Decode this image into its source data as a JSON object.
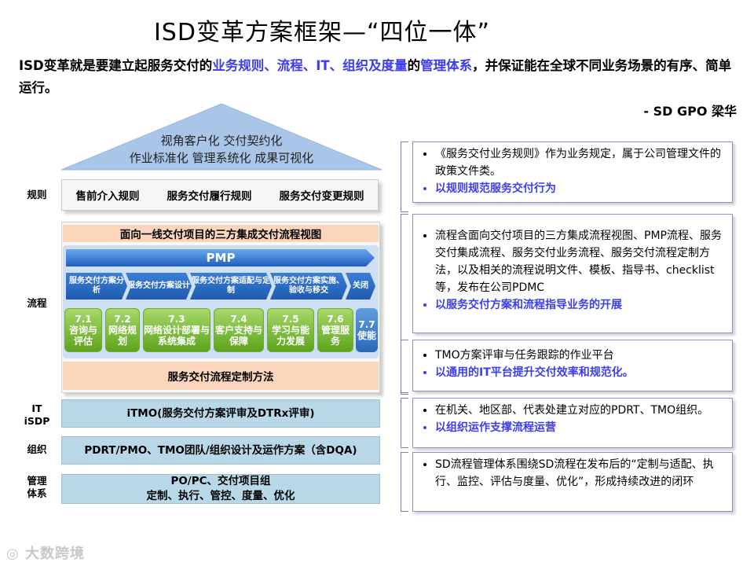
{
  "title": "ISD变革方案框架—“四位一体”",
  "intro": {
    "part1": "ISD变革就是要建立起服务交付的",
    "highlight1": "业务规则、流程、IT、组织及度量",
    "part2": "的",
    "highlight2": "管理体系",
    "part3": "，并保证能在全球不同业务场景的有序、简单运行。"
  },
  "author": "-   SD  GPO  梁华",
  "roof": {
    "line1": "视角客户化  交付契约化",
    "line2": "作业标准化   管理系统化  成果可视化"
  },
  "row_labels": {
    "rules": "规则",
    "process": "流程",
    "it_line1": "IT",
    "it_line2": "iSDP",
    "org": "组织",
    "mgmt_line1": "管理",
    "mgmt_line2": "体系"
  },
  "rules": [
    "售前介入规则",
    "服务交付履行规则",
    "服务交付变更规则"
  ],
  "process": {
    "top_bar": "面向一线交付项目的三方集成交付流程视图",
    "pmp": "PMP",
    "phases": [
      "服务交付方案分析",
      "服务交付方案设计",
      "服务交付方案适配与定制",
      "服务交付方案实施、验收与移交",
      "关闭"
    ],
    "green_boxes": [
      {
        "num": "7.1",
        "label": "咨询与评估"
      },
      {
        "num": "7.2",
        "label": "网络规划"
      },
      {
        "num": "7.3",
        "label": "网络设计部署与系统集成"
      },
      {
        "num": "7.4",
        "label": "客户支持与保障"
      },
      {
        "num": "7.5",
        "label": "学习与能力发展"
      },
      {
        "num": "7.6",
        "label": "管理服务"
      }
    ],
    "enable_box": {
      "num": "7.7",
      "label": "使能"
    },
    "bottom_bar": "服务交付流程定制方法"
  },
  "it_band": "iTMO(服务交付方案评审及DTRx评审)",
  "org_band": "PDRT/PMO、TMO团队/组织设计及运作方案（含DQA)",
  "mgmt_band": {
    "line1": "PO/PC、交付项目组",
    "line2": "定制、执行、管控、度量、优化"
  },
  "notes": {
    "rules": [
      "《服务交付业务规则》作为业务规定，属于公司管理文件的政策文件类。",
      "以规则规范服务交付行为"
    ],
    "process": [
      "流程含面向交付项目的三方集成流程视图、PMP流程、服务交付集成流程、服务交付业务流程、服务交付流程定制方法，以及相关的流程说明文件、模板、指导书、checklist等，发布在公司PDMC",
      "以服务交付方案和流程指导业务的开展"
    ],
    "it": [
      "TMO方案评审与任务跟踪的作业平台",
      "以通用的IT平台提升交付效率和规范化。"
    ],
    "org": [
      "在机关、地区部、代表处建立对应的PDRT、TMO组织。",
      "以组织运作支撑流程运营"
    ],
    "mgmt": [
      "SD流程管理体系围绕SD流程在发布后的“定制与适配、执行、监控、评估与度量、优化”，形成持续改进的闭环"
    ]
  },
  "watermark": "大数跨境",
  "colors": {
    "highlight": "#3d3df0",
    "roof": "#a9c6e8",
    "orange_bar": "#fbd6bc",
    "chevron_blue": "#2a68b8",
    "green_box": "#6fae2e",
    "band_blue": "#b8d8e8",
    "note_border": "#9090d0"
  }
}
